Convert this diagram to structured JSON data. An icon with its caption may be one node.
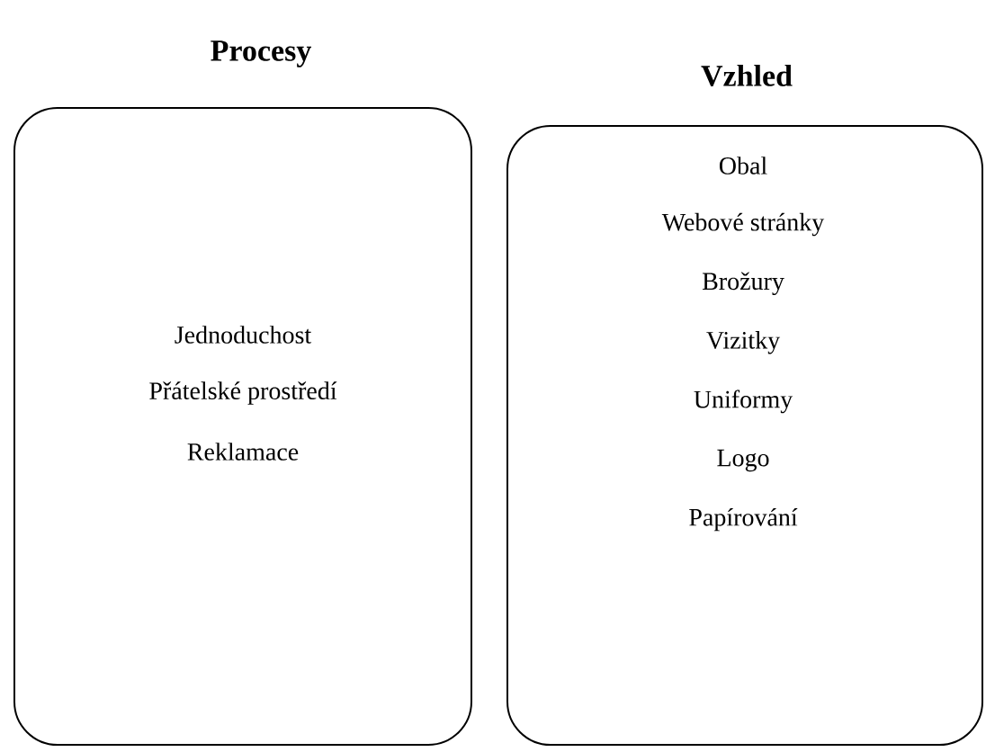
{
  "diagram": {
    "nodes": [
      {
        "text": [
          "Procesy",
          "Jednoduchost",
          "Přátelské prostředí",
          "Reklamace"
        ]
      },
      {
        "text": [
          "Vzhled",
          "Obal",
          "Webové stránky",
          "Brožury",
          "Vizitky",
          "Uniformy",
          "Logo",
          "Papírování"
        ]
      }
    ]
  }
}
